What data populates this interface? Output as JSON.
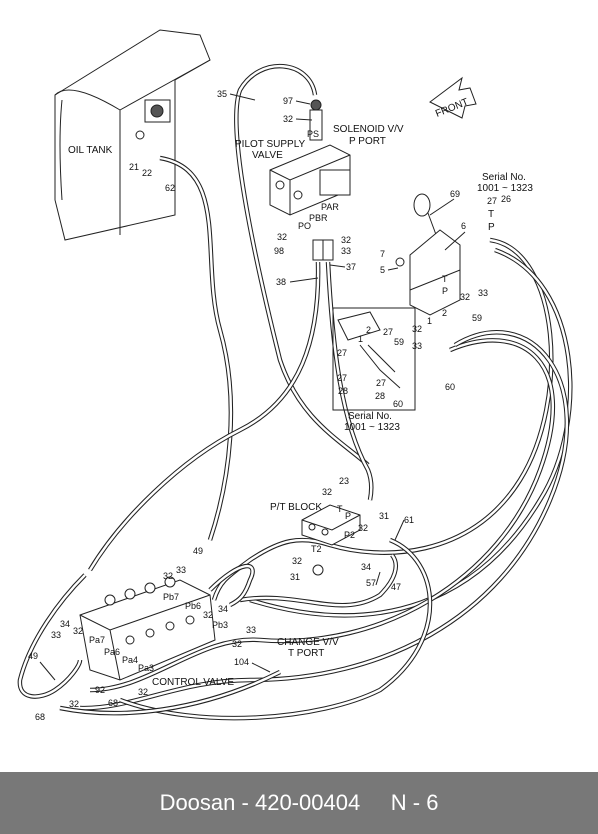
{
  "footer": {
    "brand": "Doosan",
    "separator": " - ",
    "part_number": "420-00404",
    "page": "N - 6"
  },
  "labels": {
    "front": "FRONT",
    "oil_tank": "OIL TANK",
    "solenoid_1": "SOLENOID V/V",
    "solenoid_2": "P PORT",
    "pilot_1": "PILOT SUPPLY",
    "pilot_2": "VALVE",
    "ps": "PS",
    "par": "PAR",
    "po": "PO",
    "pbr": "PBR",
    "serial_top_1": "Serial No.",
    "serial_top_2": "1001 ~ 1323",
    "serial_mid_1": "Serial No.",
    "serial_mid_2": "1001 ~ 1323",
    "pt_block": "P/T BLOCK",
    "t_port": "T",
    "p_port": "P",
    "p2": "P2",
    "t2": "T2",
    "change_1": "CHANGE V/V",
    "change_2": "T PORT",
    "control_valve": "CONTROL VALVE",
    "pa7": "Pa7",
    "pa6": "Pa6",
    "pa4": "Pa4",
    "pa3": "Pa3",
    "pb7": "Pb7",
    "pb6": "Pb6",
    "pb3": "Pb3",
    "jt": "T",
    "jp": "P",
    "st": "T",
    "sp": "P"
  },
  "callouts": {
    "c35": "35",
    "c97": "97",
    "c32a": "32",
    "c21": "21",
    "c22": "22",
    "c62": "62",
    "c69": "69",
    "c6": "6",
    "c7": "7",
    "c5": "5",
    "c27a": "27",
    "c26": "26",
    "c32b": "32",
    "c98": "98",
    "c32c": "32",
    "c33a": "33",
    "c37": "37",
    "c38": "38",
    "c32d": "32",
    "c33b": "33",
    "c2a": "2",
    "c1a": "1",
    "c32e": "32",
    "c33c": "33",
    "c59a": "59",
    "c60a": "60",
    "c2b": "2",
    "c27b": "27",
    "c1b": "1",
    "c59b": "59",
    "c27c": "27",
    "c27d": "27",
    "c28a": "28",
    "c28b": "28",
    "c60b": "60",
    "c27e": "27",
    "c23": "23",
    "c32f": "32",
    "c31a": "31",
    "c61": "61",
    "c32g": "32",
    "c34a": "34",
    "c47": "47",
    "c57": "57",
    "c32h": "32",
    "c31b": "31",
    "c49a": "49",
    "c32i": "32",
    "c33d": "33",
    "c32j": "32",
    "c34b": "34",
    "c33e": "33",
    "c32k": "32",
    "c34c": "34",
    "c32l": "32",
    "c33f": "33",
    "c49b": "49",
    "c92": "92",
    "c68a": "68",
    "c32m": "32",
    "c68b": "68",
    "c32n": "32",
    "c104": "104"
  }
}
